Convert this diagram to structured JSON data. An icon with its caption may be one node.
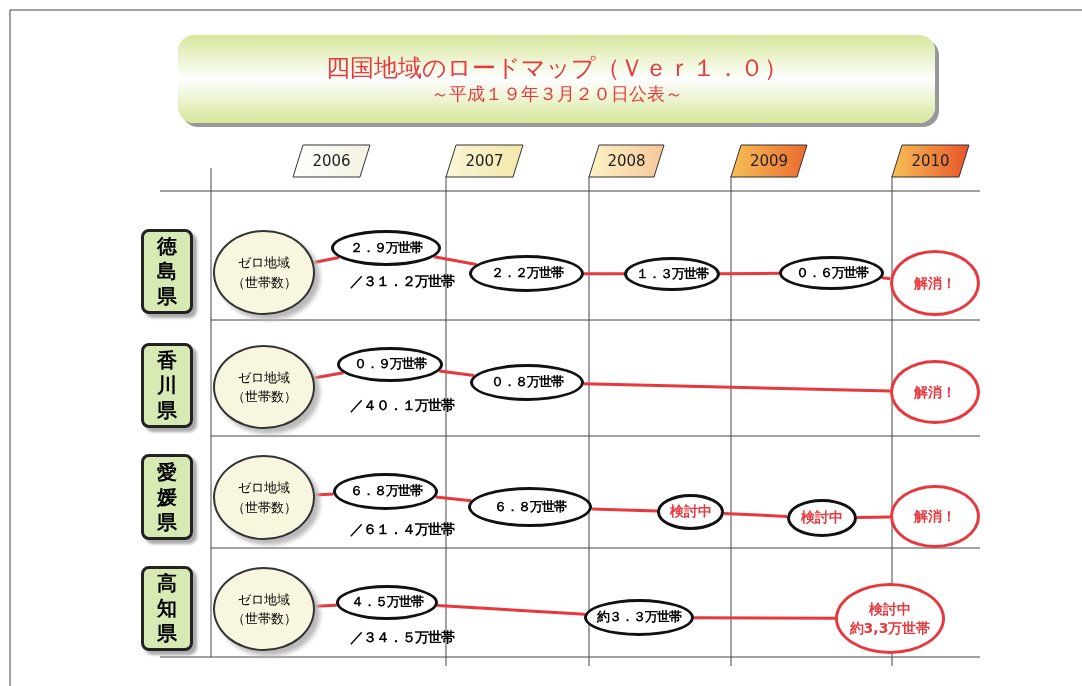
{
  "diagram": {
    "nodes": [
      {
        "text": [
          "四国地域のロードマップ（Ｖｅｒ１．０）",
          "～平成１９年３月２０日公表～"
        ]
      },
      {
        "text": [
          "2006"
        ]
      },
      {
        "text": [
          "2007"
        ]
      },
      {
        "text": [
          "2008"
        ]
      },
      {
        "text": [
          "2009"
        ]
      },
      {
        "text": [
          "2010"
        ]
      },
      {
        "text": [
          "徳島県"
        ]
      },
      {
        "text": [
          "ゼロ地域（世帯数）"
        ]
      },
      {
        "text": [
          "２．９万世帯"
        ]
      },
      {
        "text": [
          "２．２万世帯"
        ]
      },
      {
        "text": [
          "１．３万世帯"
        ]
      },
      {
        "text": [
          "０．６万世帯"
        ]
      },
      {
        "text": [
          "解消！"
        ]
      },
      {
        "text": [
          "香川県"
        ]
      },
      {
        "text": [
          "ゼロ地域（世帯数）"
        ]
      },
      {
        "text": [
          "０．９万世帯"
        ]
      },
      {
        "text": [
          "０．８万世帯"
        ]
      },
      {
        "text": [
          "解消！"
        ]
      },
      {
        "text": [
          "愛媛県"
        ]
      },
      {
        "text": [
          "ゼロ地域（世帯数）"
        ]
      },
      {
        "text": [
          "６．８万世帯"
        ]
      },
      {
        "text": [
          "６．８万世帯"
        ]
      },
      {
        "text": [
          "検討中"
        ]
      },
      {
        "text": [
          "検討中"
        ]
      },
      {
        "text": [
          "解消！"
        ]
      },
      {
        "text": [
          "高知県"
        ]
      },
      {
        "text": [
          "ゼロ地域（世帯数）"
        ]
      },
      {
        "text": [
          "４．５万世帯"
        ]
      },
      {
        "text": [
          "約３．３万世帯"
        ]
      },
      {
        "text": [
          "検討中",
          "約3,3万世帯"
        ]
      }
    ],
    "edges": [
      {
        "from": 7,
        "to": 8,
        "arrow": "none"
      },
      {
        "from": 8,
        "to": 9,
        "arrow": "none"
      },
      {
        "from": 9,
        "to": 10,
        "arrow": "none"
      },
      {
        "from": 10,
        "to": 11,
        "arrow": "none"
      },
      {
        "from": 11,
        "to": 12,
        "arrow": "none"
      },
      {
        "from": 14,
        "to": 15,
        "arrow": "none"
      },
      {
        "from": 15,
        "to": 16,
        "arrow": "none"
      },
      {
        "from": 16,
        "to": 17,
        "arrow": "none"
      },
      {
        "from": 19,
        "to": 20,
        "arrow": "none"
      },
      {
        "from": 20,
        "to": 21,
        "arrow": "none"
      },
      {
        "from": 21,
        "to": 22,
        "arrow": "none"
      },
      {
        "from": 22,
        "to": 23,
        "arrow": "none"
      },
      {
        "from": 23,
        "to": 24,
        "arrow": "none"
      },
      {
        "from": 26,
        "to": 27,
        "arrow": "none"
      },
      {
        "from": 27,
        "to": 28,
        "arrow": "none"
      },
      {
        "from": 28,
        "to": 29,
        "arrow": "none"
      }
    ],
    "labels": [
      "／３１．２万世帯",
      "／４０．１万世帯",
      "／６１．４万世帯",
      "／３４．５万世帯"
    ]
  }
}
